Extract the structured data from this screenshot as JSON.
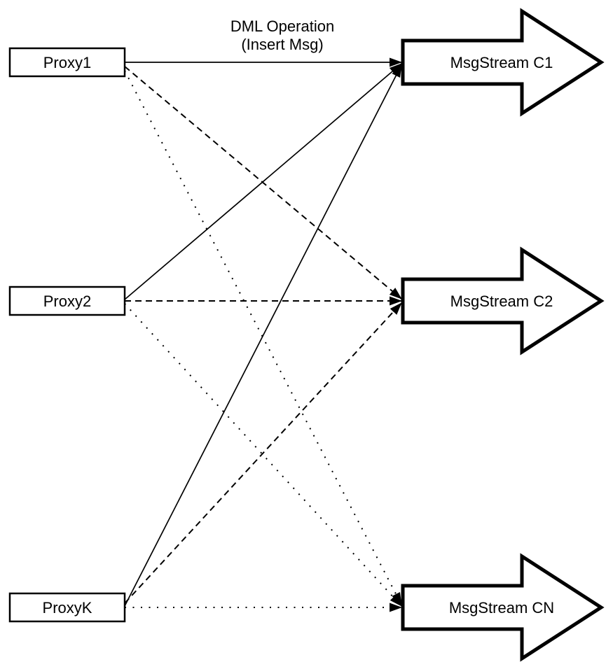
{
  "page": {
    "background_color": "#ffffff",
    "stroke_color": "#000000"
  },
  "annotation": {
    "line1": "DML Operation",
    "line2": "(Insert Msg)"
  },
  "proxies": [
    {
      "id": "proxy1",
      "label": "Proxy1"
    },
    {
      "id": "proxy2",
      "label": "Proxy2"
    },
    {
      "id": "proxyk",
      "label": "ProxyK"
    }
  ],
  "streams": [
    {
      "id": "msgstream-c1",
      "label": "MsgStream C1"
    },
    {
      "id": "msgstream-c2",
      "label": "MsgStream C2"
    },
    {
      "id": "msgstream-cn",
      "label": "MsgStream CN"
    }
  ],
  "edges": [
    {
      "from": "Proxy1",
      "to": "MsgStream C1",
      "style": "solid"
    },
    {
      "from": "Proxy2",
      "to": "MsgStream C1",
      "style": "solid"
    },
    {
      "from": "ProxyK",
      "to": "MsgStream C1",
      "style": "solid"
    },
    {
      "from": "Proxy1",
      "to": "MsgStream C2",
      "style": "dashed"
    },
    {
      "from": "Proxy2",
      "to": "MsgStream C2",
      "style": "dashed"
    },
    {
      "from": "ProxyK",
      "to": "MsgStream C2",
      "style": "dashed"
    },
    {
      "from": "Proxy1",
      "to": "MsgStream CN",
      "style": "dotted"
    },
    {
      "from": "Proxy2",
      "to": "MsgStream CN",
      "style": "dotted"
    },
    {
      "from": "ProxyK",
      "to": "MsgStream CN",
      "style": "dotted"
    }
  ]
}
